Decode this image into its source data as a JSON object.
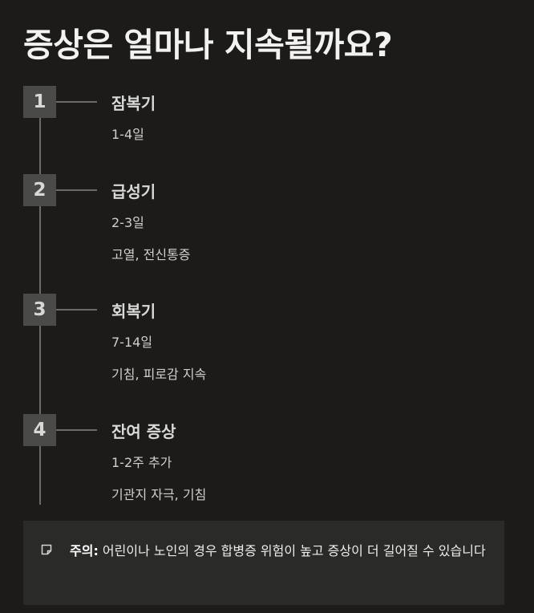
{
  "page": {
    "title": "증상은 얼마나 지속될까요?"
  },
  "timeline": {
    "steps": [
      {
        "number": "1",
        "phase": "잠복기",
        "duration": "1-4일",
        "symptoms": ""
      },
      {
        "number": "2",
        "phase": "급성기",
        "duration": "2-3일",
        "symptoms": "고열, 전신통증"
      },
      {
        "number": "3",
        "phase": "회복기",
        "duration": "7-14일",
        "symptoms": "기침, 피로감 지속"
      },
      {
        "number": "4",
        "phase": "잔여 증상",
        "duration": "1-2주 추가",
        "symptoms": "기관지 자극, 기침"
      }
    ]
  },
  "note": {
    "icon": "note-icon",
    "label": "주의:",
    "text": " 어린이나 노인의 경우 합병증 위험이 높고 증상이 더 길어질 수 있습니다"
  },
  "colors": {
    "background": "#1c1b1a",
    "number_box": "#4a4a48",
    "line": "#6b6a68",
    "note_background": "#2a2a29"
  }
}
